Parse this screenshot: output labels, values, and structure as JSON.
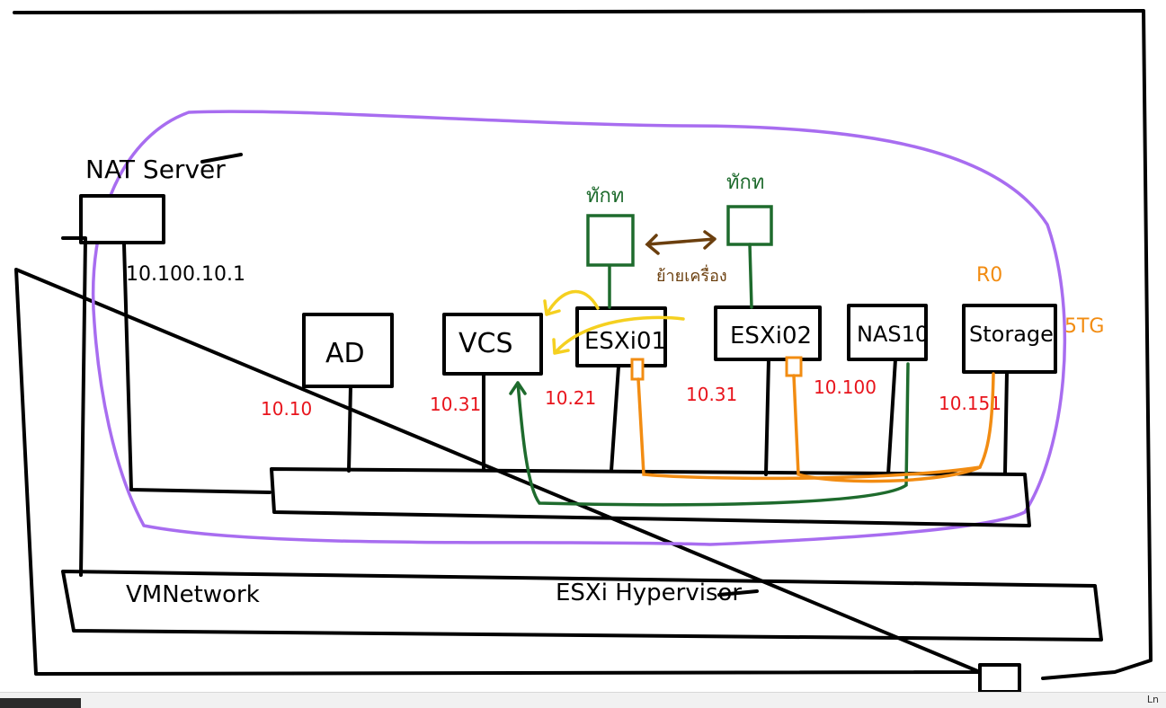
{
  "diagram": {
    "nat_label": "NAT Server",
    "nat_ip": "10.100.10.1",
    "hypervisor_label": "ESXi Hypervisor",
    "vmnetwork_label": "VMNetwork",
    "nodes": [
      {
        "label": "AD",
        "ip": "10.10"
      },
      {
        "label": "VCS",
        "ip": "10.31"
      },
      {
        "label": "ESXi01",
        "ip": "10.21"
      },
      {
        "label": "ESXi02",
        "ip": "10.31"
      },
      {
        "label": "NAS10",
        "ip": "10.100"
      },
      {
        "label": "Storage",
        "ip": "10.151"
      }
    ],
    "vm_left_label": "ทักท",
    "vm_right_label": "ทักท",
    "migrate_label": "ย้ายเครื่อง",
    "storage_raid": "R0",
    "storage_size": "5TG"
  },
  "colors": {
    "ink": "#000000",
    "ip_text": "#e8141c",
    "green": "#1e6b2d",
    "orange": "#f28c12",
    "yellow": "#f5d020",
    "brown": "#6b3f0e",
    "purple": "#a86df0"
  },
  "statusbar": {
    "ln_label": "Ln"
  }
}
